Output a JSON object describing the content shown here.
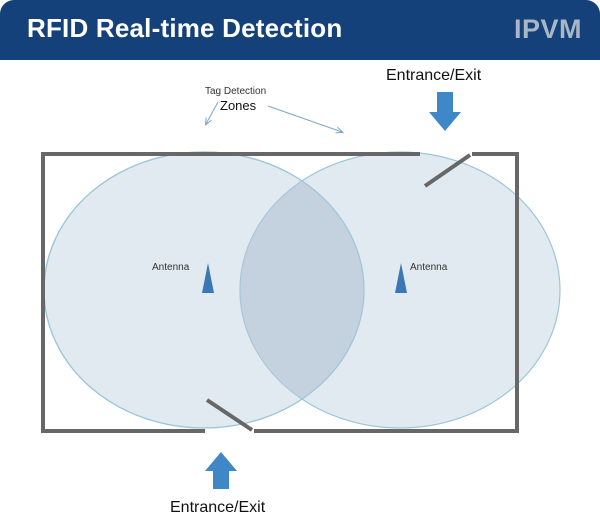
{
  "header": {
    "title": "RFID Real-time Detection",
    "brand": "IPVM"
  },
  "diagram": {
    "labels": {
      "tag_detection": "Tag Detection",
      "zones": "Zones",
      "antenna_left": "Antenna",
      "antenna_right": "Antenna",
      "entrance_top": "Entrance/Exit",
      "entrance_bottom": "Entrance/Exit"
    }
  },
  "colors": {
    "header_bg": "#15417a",
    "brand_text": "#a9b6c6",
    "zone_fill": "#dde6ef",
    "zone_stroke": "#9cc6d6",
    "wall": "#676767",
    "arrow": "#3f88c8",
    "antenna": "#3a78b5"
  }
}
